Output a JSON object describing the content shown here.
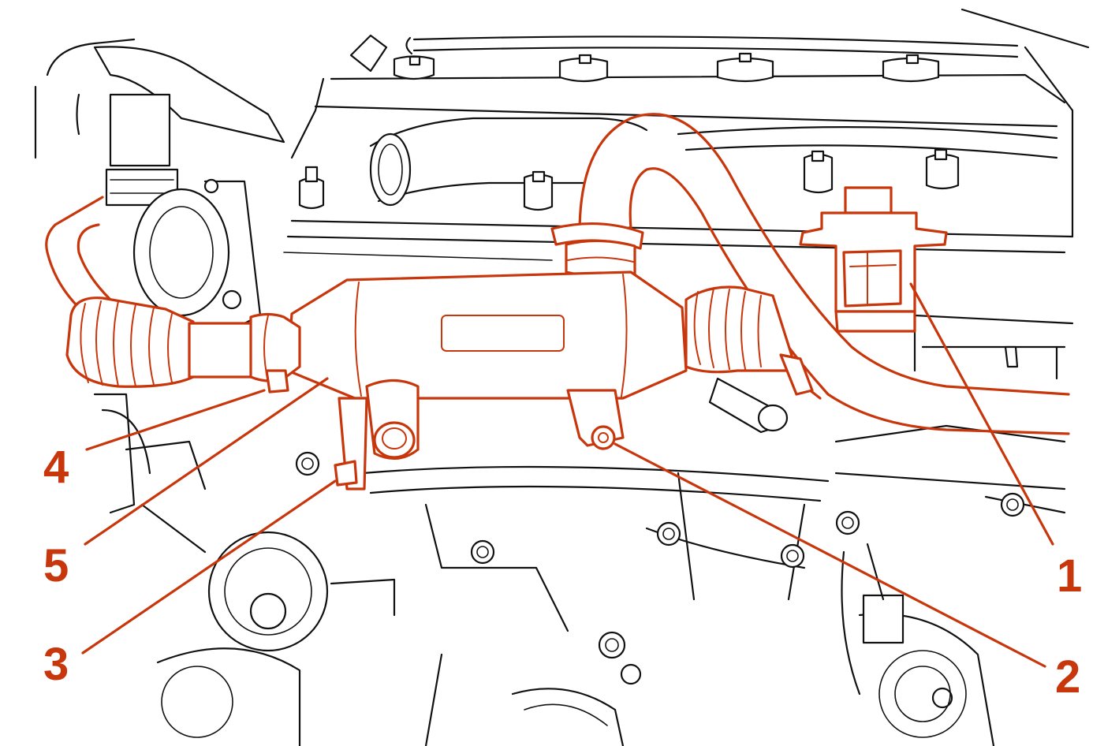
{
  "accent_color": "#c8360c",
  "line_color": "#111111",
  "callouts": [
    {
      "id": "1",
      "label": "1"
    },
    {
      "id": "2",
      "label": "2"
    },
    {
      "id": "3",
      "label": "3"
    },
    {
      "id": "4",
      "label": "4"
    },
    {
      "id": "5",
      "label": "5"
    }
  ]
}
